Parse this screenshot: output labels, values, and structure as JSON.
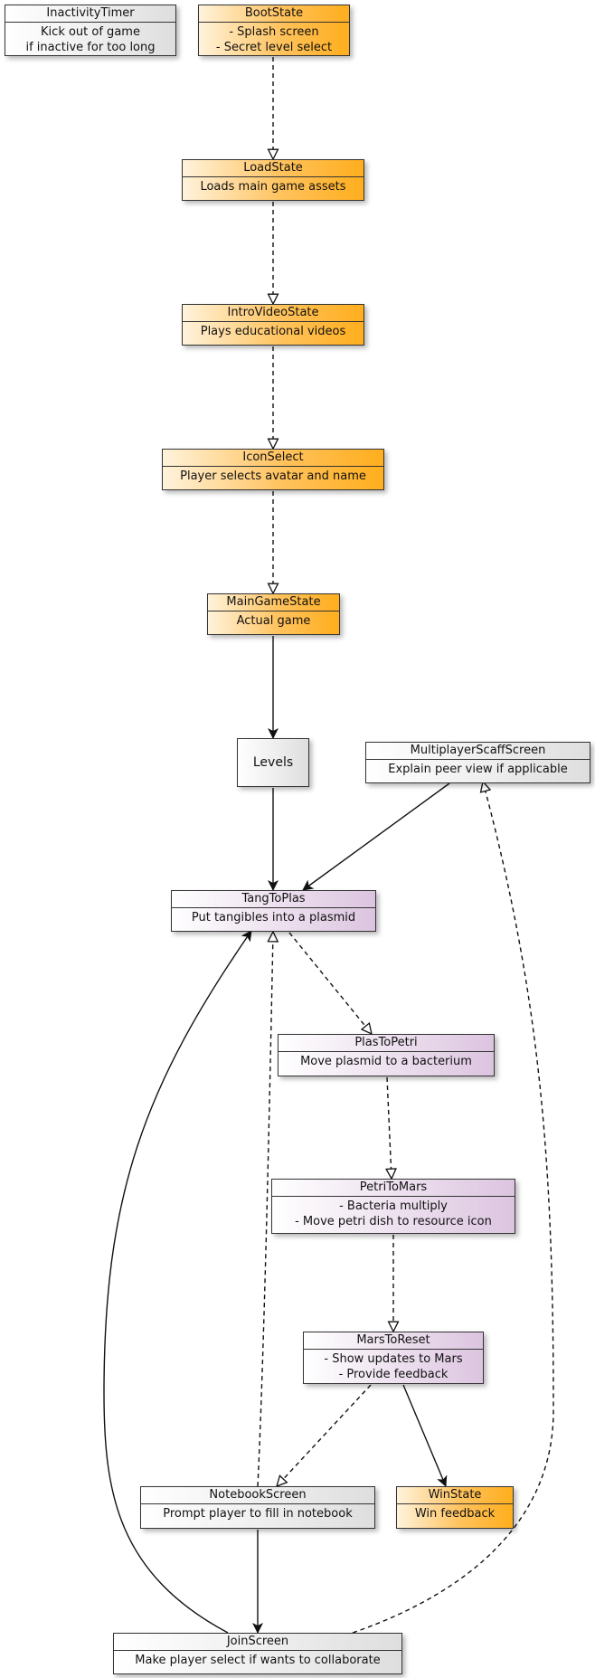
{
  "nodes": {
    "inactivity_timer": {
      "title": "InactivityTimer",
      "lines": [
        "Kick out of game",
        "if inactive for too long"
      ]
    },
    "boot_state": {
      "title": "BootState",
      "lines": [
        "- Splash screen",
        "- Secret level select"
      ]
    },
    "load_state": {
      "title": "LoadState",
      "lines": [
        "Loads main game assets"
      ]
    },
    "intro_video_state": {
      "title": "IntroVideoState",
      "lines": [
        "Plays educational videos"
      ]
    },
    "icon_select": {
      "title": "IconSelect",
      "lines": [
        "Player selects avatar and name"
      ]
    },
    "main_game_state": {
      "title": "MainGameState",
      "lines": [
        "Actual game"
      ]
    },
    "levels": {
      "title": "Levels"
    },
    "multiplayer_scaff_screen": {
      "title": "MultiplayerScaffScreen",
      "lines": [
        "Explain peer view if applicable"
      ]
    },
    "tang_to_plas": {
      "title": "TangToPlas",
      "lines": [
        "Put tangibles into a plasmid"
      ]
    },
    "plas_to_petri": {
      "title": "PlasToPetri",
      "lines": [
        "Move plasmid to a bacterium"
      ]
    },
    "petri_to_mars": {
      "title": "PetriToMars",
      "lines": [
        "- Bacteria multiply",
        "- Move petri dish to resource icon"
      ]
    },
    "mars_to_reset": {
      "title": "MarsToReset",
      "lines": [
        "- Show updates to Mars",
        "- Provide feedback"
      ]
    },
    "notebook_screen": {
      "title": "NotebookScreen",
      "lines": [
        "Prompt player to fill in notebook"
      ]
    },
    "win_state": {
      "title": "WinState",
      "lines": [
        "Win feedback"
      ]
    },
    "join_screen": {
      "title": "JoinScreen",
      "lines": [
        "Make player select if wants to collaborate"
      ]
    }
  },
  "edges": [
    {
      "from": "boot_state",
      "to": "load_state",
      "style": "dashed",
      "head": "open-triangle"
    },
    {
      "from": "load_state",
      "to": "intro_video_state",
      "style": "dashed",
      "head": "open-triangle"
    },
    {
      "from": "intro_video_state",
      "to": "icon_select",
      "style": "dashed",
      "head": "open-triangle"
    },
    {
      "from": "icon_select",
      "to": "main_game_state",
      "style": "dashed",
      "head": "open-triangle"
    },
    {
      "from": "main_game_state",
      "to": "levels",
      "style": "solid",
      "head": "arrow"
    },
    {
      "from": "levels",
      "to": "tang_to_plas",
      "style": "solid",
      "head": "arrow"
    },
    {
      "from": "multiplayer_scaff_screen",
      "to": "tang_to_plas",
      "style": "solid",
      "head": "arrow"
    },
    {
      "from": "tang_to_plas",
      "to": "plas_to_petri",
      "style": "dashed",
      "head": "open-triangle"
    },
    {
      "from": "plas_to_petri",
      "to": "petri_to_mars",
      "style": "dashed",
      "head": "open-triangle"
    },
    {
      "from": "petri_to_mars",
      "to": "mars_to_reset",
      "style": "dashed",
      "head": "open-triangle"
    },
    {
      "from": "mars_to_reset",
      "to": "notebook_screen",
      "style": "dashed",
      "head": "open-triangle"
    },
    {
      "from": "mars_to_reset",
      "to": "win_state",
      "style": "solid",
      "head": "arrow"
    },
    {
      "from": "notebook_screen",
      "to": "tang_to_plas",
      "style": "dashed",
      "head": "open-triangle"
    },
    {
      "from": "notebook_screen",
      "to": "join_screen",
      "style": "solid",
      "head": "arrow"
    },
    {
      "from": "join_screen",
      "to": "tang_to_plas",
      "style": "solid",
      "head": "arrow"
    },
    {
      "from": "join_screen",
      "to": "multiplayer_scaff_screen",
      "style": "dashed",
      "head": "open-triangle"
    }
  ],
  "colors": {
    "orange": "#ffae1d",
    "gray": "#dedede",
    "purple": "#dcc4e0",
    "line": "#111111"
  }
}
